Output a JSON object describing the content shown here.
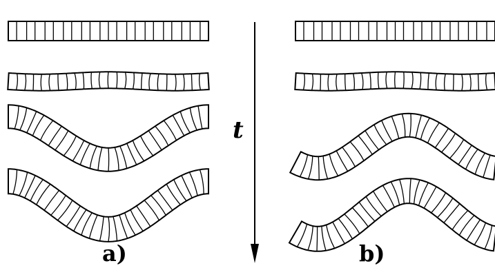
{
  "figure": {
    "panel_a_label": "a)",
    "panel_b_label": "b)",
    "time_axis_label": "t"
  },
  "panels": [
    {
      "id": "a",
      "strips": [
        {
          "amplitude": 0.0
        },
        {
          "amplitude": 0.28
        },
        {
          "amplitude": 1.0
        },
        {
          "amplitude": 1.0,
          "wide": true
        }
      ]
    },
    {
      "id": "b",
      "strips": [
        {
          "amplitude": 0.0
        },
        {
          "amplitude": 0.28
        },
        {
          "amplitude": 1.0
        },
        {
          "amplitude": 1.0
        }
      ]
    }
  ],
  "colors": {
    "ink": "#000000",
    "background": "#ffffff"
  }
}
